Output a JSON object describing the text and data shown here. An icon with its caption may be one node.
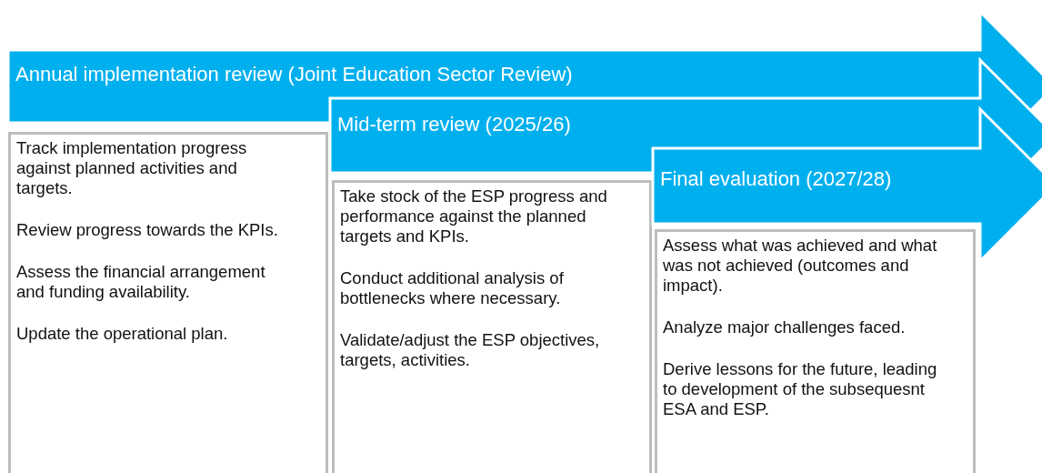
{
  "diagram": {
    "nodes": [
      {
        "text": [
          "Annual implementation review (Joint Education Sector Review)"
        ]
      },
      {
        "text": [
          "Track implementation progress against planned activities and targets.",
          "Review progress towards the KPIs.",
          "Assess the financial arrangement and funding availability.",
          "Update the operational plan."
        ]
      },
      {
        "text": [
          "Mid-term review (2025/26)"
        ]
      },
      {
        "text": [
          "Take stock of the ESP progress and performance against the planned targets and KPIs.",
          "Conduct additional analysis of bottlenecks where necessary.",
          "Validate/adjust the ESP objectives, targets, activities."
        ]
      },
      {
        "text": [
          "Final evaluation (2027/28)"
        ]
      },
      {
        "text": [
          "Assess what was achieved and what was not achieved (outcomes and impact).",
          "Analyze major challenges faced.",
          "Derive lessons for the future, leading to development of the subsequesnt ESA and ESP."
        ]
      }
    ]
  }
}
